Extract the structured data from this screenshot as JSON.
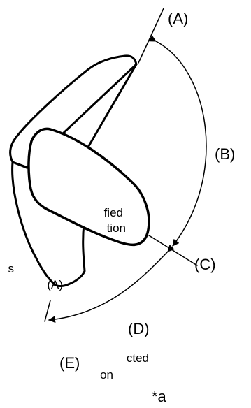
{
  "labels": {
    "a": "(A)",
    "b": "(B)",
    "c": "(C)",
    "d": "(D)",
    "e": "(E)",
    "star_a": "*a"
  },
  "cut_text": {
    "line1": "fied",
    "line2": "tion",
    "line3": "s",
    "line4": "(A)",
    "line5": "cted",
    "line6": "on"
  }
}
